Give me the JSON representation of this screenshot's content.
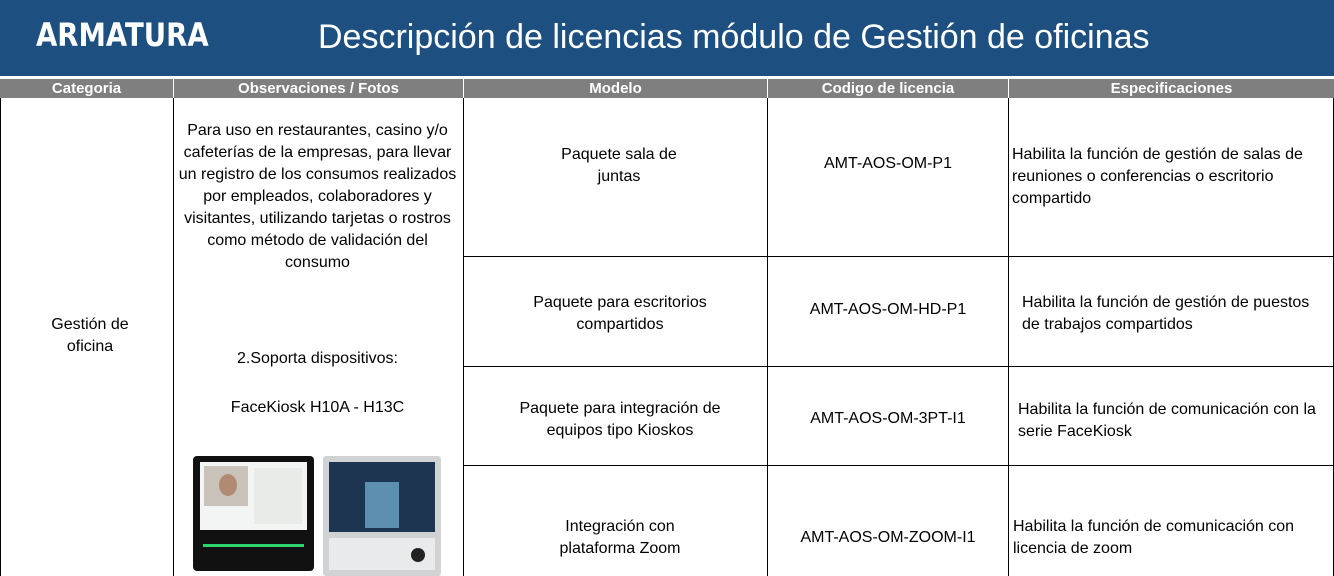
{
  "header": {
    "logo": "ARMATURA",
    "title": "Descripción de licencias módulo de Gestión de oficinas"
  },
  "columns": [
    "Categoria",
    "Observaciones / Fotos",
    "Modelo",
    "Codigo de licencia",
    "Especificaciones"
  ],
  "category": "Gestión de oficina",
  "observations": {
    "description": "Para uso en restaurantes, casino y/o cafeterías de la empresas, para llevar un registro de los consumos realizados por empleados, colaboradores y visitantes, utilizando tarjetas o rostros como método de validación del consumo",
    "support": "2.Soporta dispositivos:",
    "devices": "FaceKiosk H10A - H13C"
  },
  "rows": [
    {
      "model": "Paquete sala de juntas",
      "code": "AMT-AOS-OM-P1",
      "spec": "Habilita la función de gestión de salas de reuniones o conferencias o escritorio compartido"
    },
    {
      "model": "Paquete para escritorios compartidos",
      "code": "AMT-AOS-OM-HD-P1",
      "spec": "Habilita la función de gestión de puestos de trabajos compartidos"
    },
    {
      "model": "Paquete para integración de equipos tipo Kioskos",
      "code": "AMT-AOS-OM-3PT-I1",
      "spec": "Habilita la función de comunicación con la serie FaceKiosk"
    },
    {
      "model": "Integración con plataforma Zoom",
      "code": "AMT-AOS-OM-ZOOM-I1",
      "spec": "Habilita la función de comunicación con licencia de zoom"
    }
  ],
  "colors": {
    "header_bg": "#1d4f80",
    "column_header_bg": "#7f7f7f",
    "border": "#000000"
  }
}
